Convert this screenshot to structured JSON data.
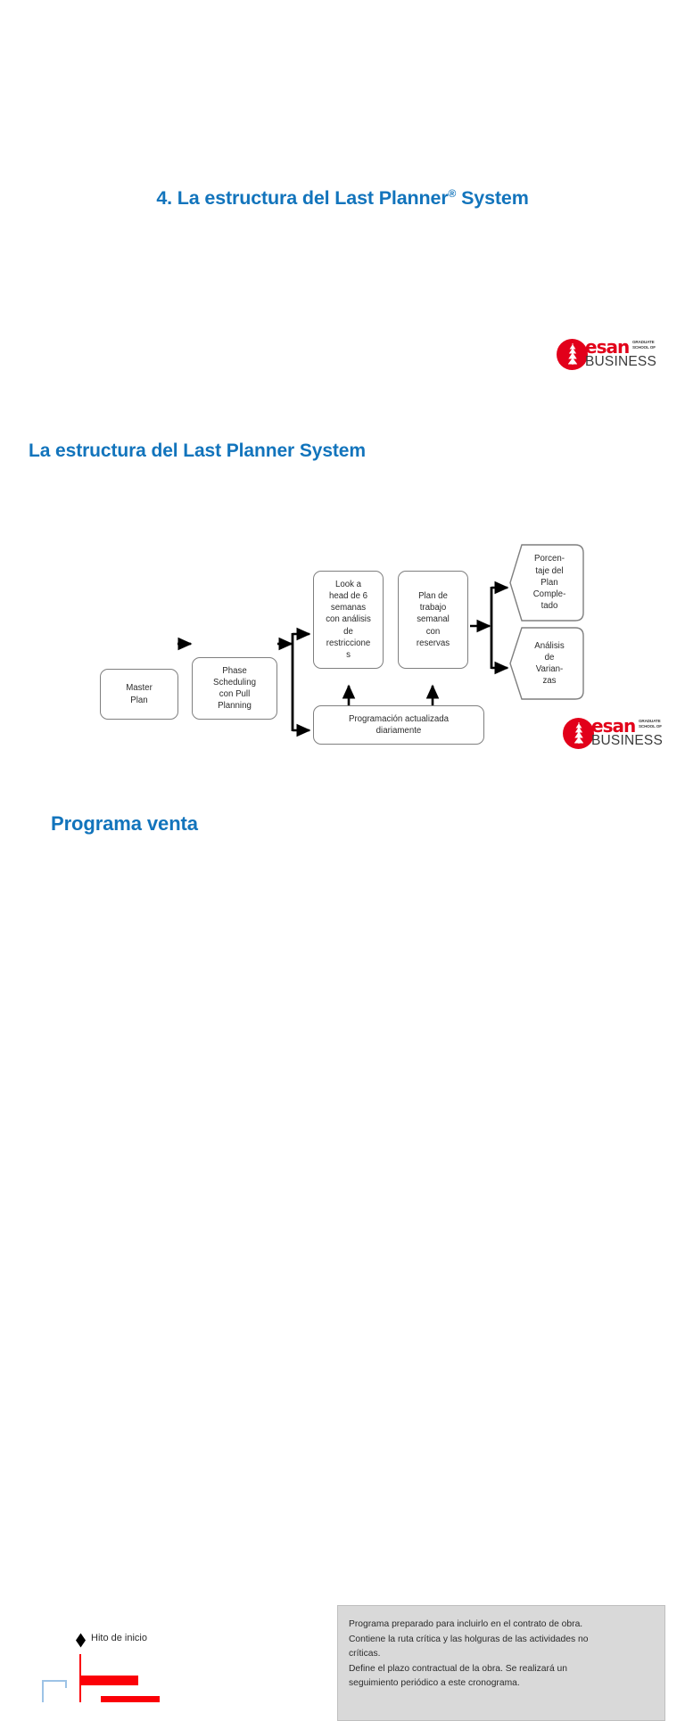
{
  "slide1": {
    "title_main": "4. La estructura del Last Planner",
    "title_reg": "®",
    "title_tail": "System",
    "logo": {
      "name": "esan-logo",
      "esan": "esan",
      "graduate_line1": "GRADUATE",
      "graduate_line2": "SCHOOL OF",
      "business": "BUSINESS",
      "circle_color": "#e2001a",
      "text_color": "#e2001a",
      "business_color": "#3b3b3b"
    }
  },
  "slide2": {
    "heading": "La estructura del Last Planner System",
    "accent_color": "#1274bc",
    "diagram": {
      "nodes": [
        {
          "id": "master-plan",
          "label": "Master\nPlan"
        },
        {
          "id": "phase-scheduling",
          "label": "Phase\nScheduling\ncon Pull\nPlanning"
        },
        {
          "id": "look-ahead",
          "label": "Look a\nhead de 6\nsemanas\ncon análisis\nde\nrestriccione\ns"
        },
        {
          "id": "weekly-plan",
          "label": "Plan de\ntrabajo\nsemanal\ncon\nreservas"
        },
        {
          "id": "daily-schedule",
          "label": "Programación actualizada\ndiariamente"
        },
        {
          "id": "ppc",
          "label": "Porcen-\ntaje del\nPlan\nComple-\ntado"
        },
        {
          "id": "variance",
          "label": "Análisis\nde\nVarian-\nzas"
        }
      ]
    },
    "logo": {
      "name": "esan-logo",
      "esan": "esan",
      "graduate_line1": "GRADUATE",
      "graduate_line2": "SCHOOL OF",
      "business": "BUSINESS"
    }
  },
  "slide3": {
    "heading": "Programa venta",
    "milestone_label": "Hito de inicio",
    "note": "Programa preparado para incluirlo en el contrato de obra.\nContiene la ruta crítica y las holguras de las actividades no\ncríticas.\nDefine el plazo contractual de la obra. Se realizará un\nseguimiento periódico a este cronograma.",
    "note_bg": "#d9d9d9",
    "bar_color": "#fb0007",
    "link_color": "#9dc3e6"
  }
}
